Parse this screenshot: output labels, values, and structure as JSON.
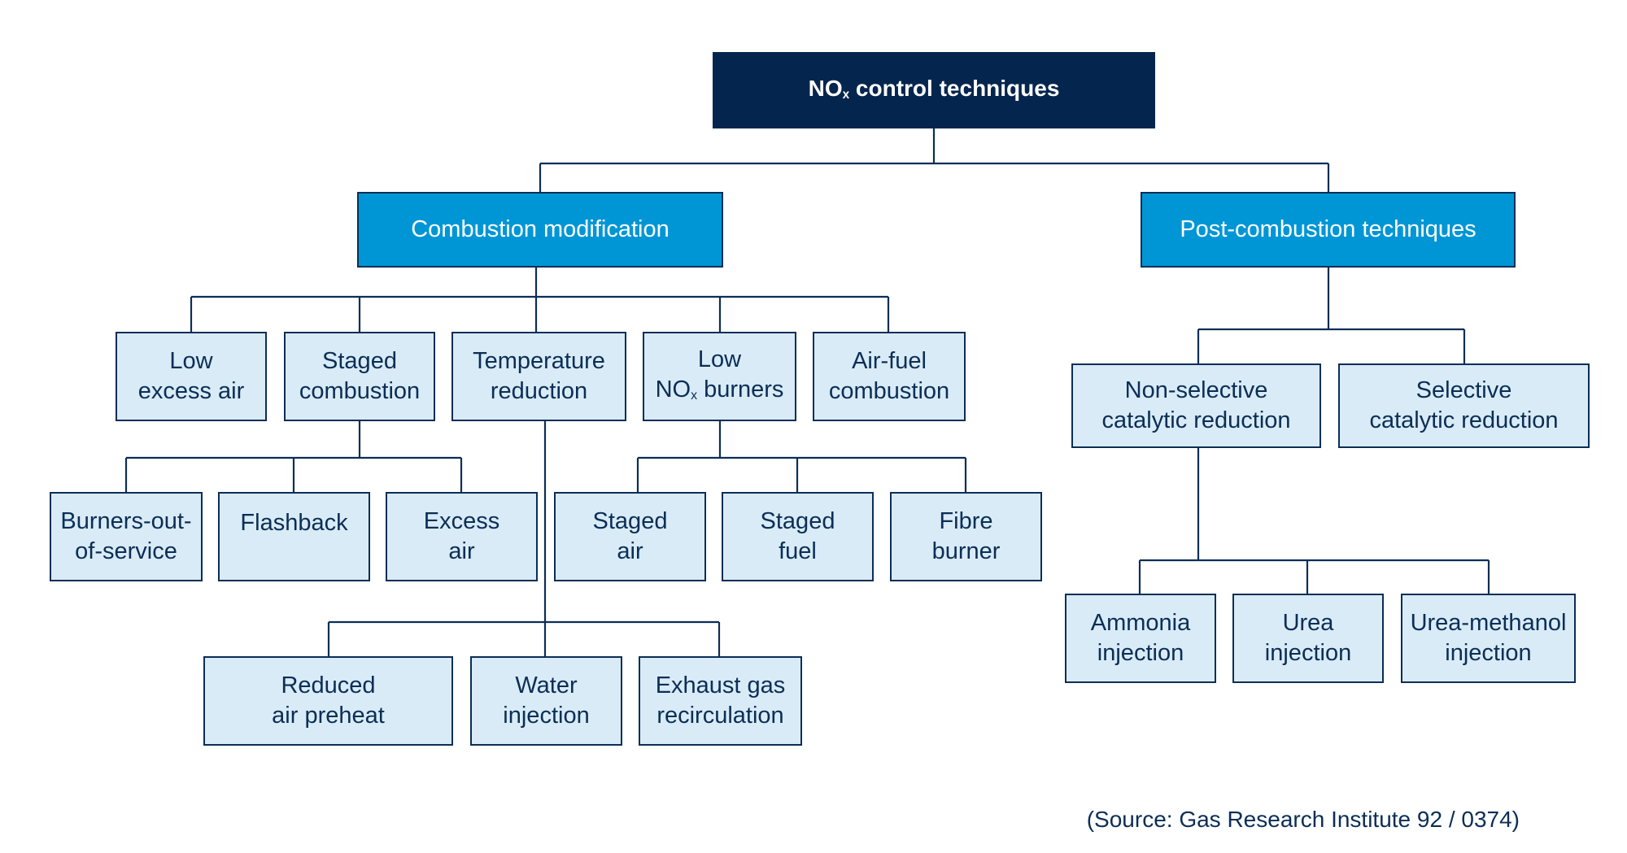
{
  "root": {
    "prefix": "NO",
    "subscript": "x",
    "suffix": " control techniques"
  },
  "combustion": {
    "label": "Combustion modification"
  },
  "post": {
    "label": "Post-combustion techniques"
  },
  "low_excess_air": {
    "label": "Low\nexcess air"
  },
  "staged_combustion": {
    "label": "Staged\ncombustion"
  },
  "temperature_reduction": {
    "label": "Temperature\nreduction"
  },
  "low_nox": {
    "line1": "Low",
    "prefix": "NO",
    "subscript": "x",
    "suffix": " burners"
  },
  "air_fuel": {
    "label": "Air-fuel\ncombustion"
  },
  "burners_out": {
    "label": "Burners-out-\nof-service"
  },
  "flashback": {
    "label": "Flashback"
  },
  "excess_air": {
    "label": "Excess\nair"
  },
  "staged_air": {
    "label": "Staged\nair"
  },
  "staged_fuel": {
    "label": "Staged\nfuel"
  },
  "fibre_burner": {
    "label": "Fibre\nburner"
  },
  "reduced_air_preheat": {
    "label": "Reduced\nair preheat"
  },
  "water_injection": {
    "label": "Water\ninjection"
  },
  "exhaust_gas": {
    "label": "Exhaust gas\nrecirculation"
  },
  "non_selective": {
    "label": "Non-selective\ncatalytic reduction"
  },
  "selective": {
    "label": "Selective\ncatalytic reduction"
  },
  "ammonia": {
    "label": "Ammonia\ninjection"
  },
  "urea": {
    "label": "Urea\ninjection"
  },
  "urea_methanol": {
    "label": "Urea-methanol\ninjection"
  },
  "source": "(Source: Gas Research Institute 92 / 0374)",
  "colors": {
    "dark_navy": "#04264e",
    "bright_blue": "#0096d6",
    "pale_blue": "#d9ebf6",
    "line": "#0b2e56"
  }
}
